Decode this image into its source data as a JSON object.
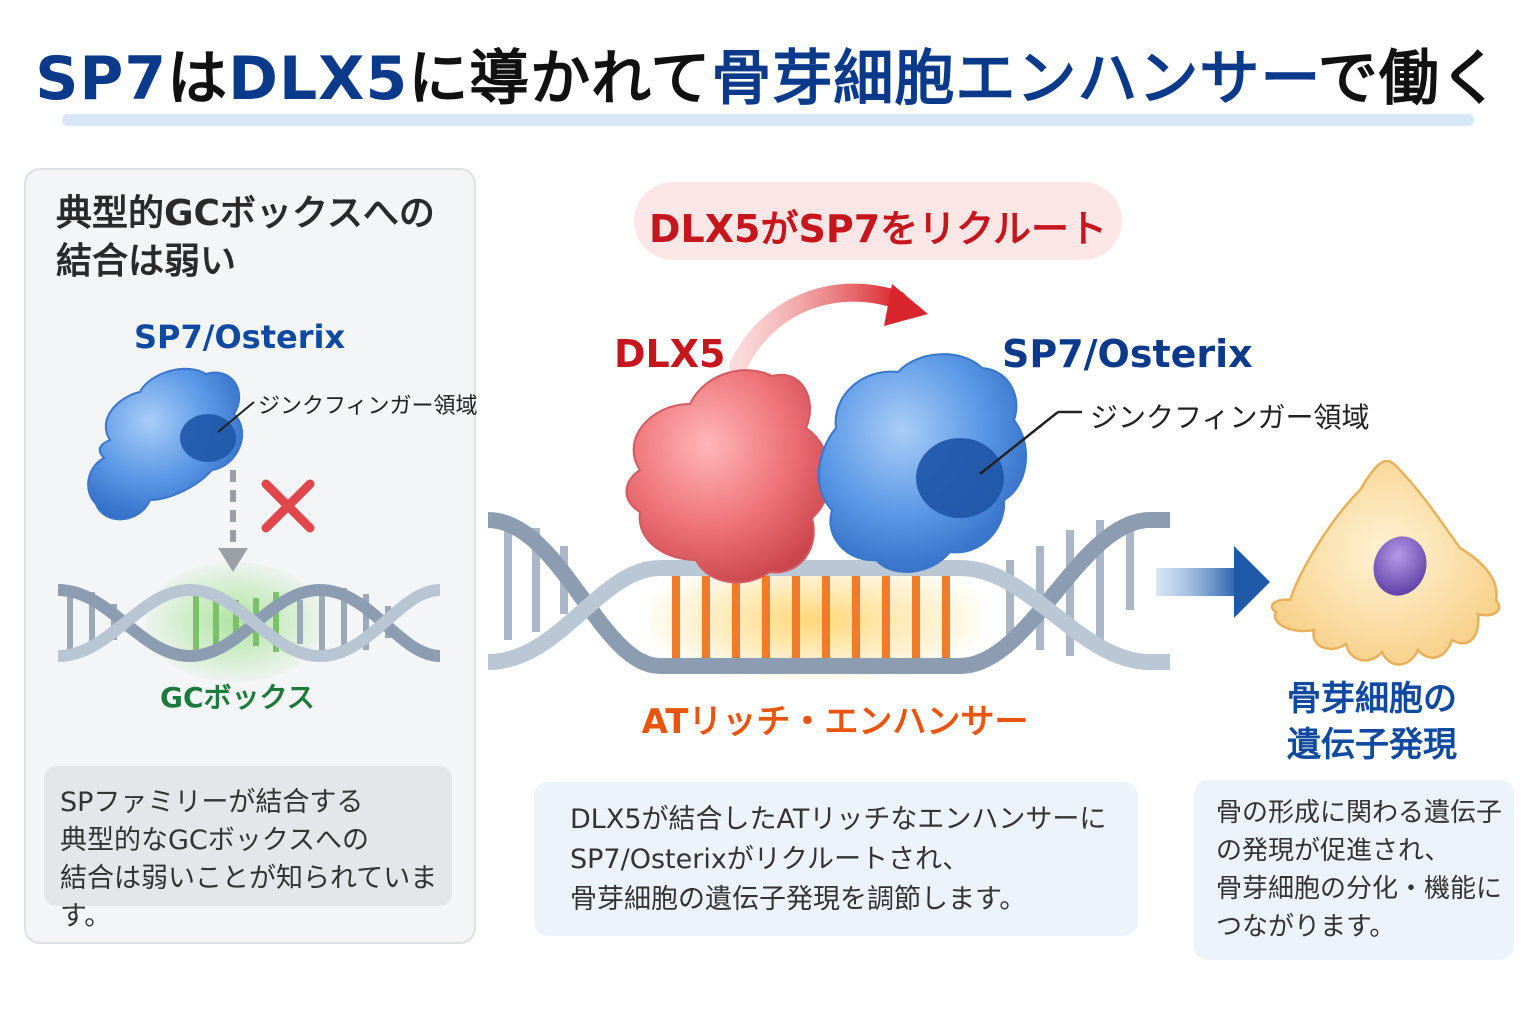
{
  "title": {
    "part1": "SP7",
    "part2": "は",
    "part3": "DLX5",
    "part4": "に導かれて",
    "part5": "骨芽細胞エンハンサー",
    "part6": "で働く"
  },
  "left_panel": {
    "heading_line1": "典型的GCボックスへの",
    "heading_line2": "結合は弱い",
    "protein_label": "SP7/Osterix",
    "zinc_finger_label": "ジンクフィンガー領域",
    "gc_box_label": "GCボックス",
    "note_line1": "SPファミリーが結合する",
    "note_line2": "典型的なGCボックスへの",
    "note_line3": "結合は弱いことが知られています。"
  },
  "center": {
    "recruit_pill": "DLX5がSP7をリクルート",
    "dlx5_label": "DLX5",
    "sp7_label": "SP7/Osterix",
    "zinc_finger_label": "ジンクフィンガー領域",
    "enhancer_label": "ATリッチ・エンハンサー",
    "note_line1": "DLX5が結合したATリッチなエンハンサーに",
    "note_line2": "SP7/Osterixがリクルートされ、",
    "note_line3": "骨芽細胞の遺伝子発現を調節します。"
  },
  "right": {
    "cell_title_line1": "骨芽細胞の",
    "cell_title_line2": "遺伝子発現",
    "note_line1": "骨の形成に関わる遺伝子",
    "note_line2": "の発現が促進され、",
    "note_line3": "骨芽細胞の分化・機能に",
    "note_line4": "つながります。"
  },
  "colors": {
    "navy": "#0b3a8a",
    "blue_label": "#0f4aa0",
    "red_label": "#c4161c",
    "orange_label": "#e8550f",
    "green_label": "#1e7a3a",
    "sp7_protein": "#4f8fe0",
    "dlx5_protein": "#ec6f74"
  }
}
